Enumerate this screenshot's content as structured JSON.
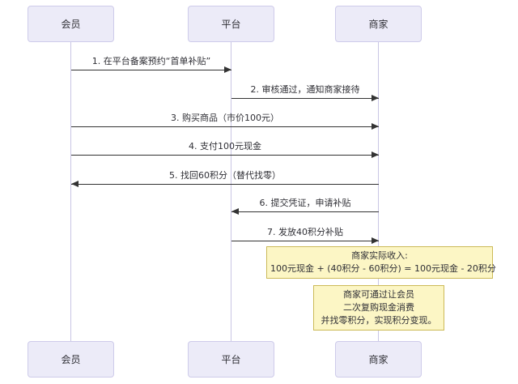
{
  "diagram": {
    "type": "sequence-diagram",
    "colors": {
      "canvas_bg": "#ffffff",
      "actor_fill": "#ecebf8",
      "actor_border": "#cecbea",
      "lifeline_color": "#c9c6e4",
      "arrow_color": "#333333",
      "text_color": "#2f2f35",
      "note_fill": "#fcf6c5",
      "note_border": "#ccba58"
    }
  },
  "actors": [
    {
      "name": "会员"
    },
    {
      "name": "平台"
    },
    {
      "name": "商家"
    }
  ],
  "messages": [
    {
      "label": "1. 在平台备案预约“首单补贴”",
      "from": "会员",
      "to": "平台",
      "direction": "right"
    },
    {
      "label": "2. 审核通过，通知商家接待",
      "from": "平台",
      "to": "商家",
      "direction": "right"
    },
    {
      "label": "3. 购买商品（市价100元）",
      "from": "会员",
      "to": "商家",
      "direction": "right"
    },
    {
      "label": "4. 支付100元现金",
      "from": "会员",
      "to": "商家",
      "direction": "right"
    },
    {
      "label": "5. 找回60积分（替代找零）",
      "from": "商家",
      "to": "会员",
      "direction": "left"
    },
    {
      "label": "6. 提交凭证，申请补贴",
      "from": "商家",
      "to": "平台",
      "direction": "left"
    },
    {
      "label": "7. 发放40积分补贴",
      "from": "平台",
      "to": "商家",
      "direction": "right"
    }
  ],
  "notes": [
    {
      "anchor": "商家",
      "lines": [
        "商家实际收入:",
        "100元现金 + (40积分 - 60积分) = 100元现金 - 20积分"
      ]
    },
    {
      "anchor": "商家",
      "lines": [
        "商家可通过让会员",
        "二次复购现金消费",
        "并找零积分，实现积分变现。"
      ]
    }
  ]
}
